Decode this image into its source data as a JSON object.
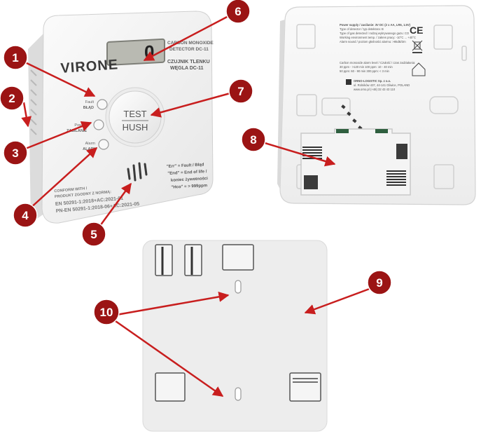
{
  "front": {
    "brand": "VIRONE",
    "display_value": "0",
    "model_en_line1": "CARBON MONOXIDE",
    "model_en_line2": "DETECTOR DC-11",
    "model_pl_line1": "CZUJNIK TLENKU",
    "model_pl_line2": "WĘGLA DC-11",
    "led_fault_line1": "Fault",
    "led_fault_line2": "BŁĄD",
    "led_power_line1": "Power",
    "led_power_line2": "ZASILANIE",
    "led_alarm_line1": "Alarm",
    "led_alarm_line2": "ALARM",
    "button_line1": "TEST",
    "button_line2": "HUSH",
    "legend_line1": "\"Err\" = Fault / Błąd",
    "legend_line2": "\"End\" = End of life /",
    "legend_line3": "koniec żywotności",
    "legend_line4": "\"Hco\" = > 999ppm",
    "conform_line1": "CONFORM WITH /",
    "conform_line2": "PRODUKT ZGODNY Z NORMĄ:",
    "conform_line3": "EN 50291-1:2018+AC:2021-01",
    "conform_line4": "PN-EN 50291-1:2018-06+AC:2021-05"
  },
  "back": {
    "label_lines": [
      "Power supply / zasilanie: 3V DC (2 x AA, LR6, 1.5V)",
      "Type of detector / typ detektora: B",
      "Type of gas detected / rodzaj wykrywanego gazu: CO",
      "Working environment temp. / zakres pracy: -10°C ... +40°C",
      "Alarm sound / poziom głośności alarmu: >85dB/3m"
    ],
    "ce_mark": "CE",
    "table_line1": "Carbon monoxide alarm level / Czułość / czas zadziałania:",
    "table_line2": "30 ppm - >120 min      100 ppm: 10 - 40 min",
    "table_line3": "50 ppm: 60 - 90 min     300 ppm: < 3 min",
    "company_line1": "ORNO-LOGISTIC Sp. z o.o.",
    "company_line2": "ul. Rolników 437, 44-141 Gliwice, POLAND",
    "company_line3": "www.orno.pl          (+48) 32 43 43 110"
  },
  "callouts": [
    "1",
    "2",
    "3",
    "4",
    "5",
    "6",
    "7",
    "8",
    "9",
    "10"
  ],
  "colors": {
    "callout_fill": "#9b1414",
    "arrow": "#c81e1e",
    "device_body": "#f3f3f3",
    "lcd": "#b9bab2"
  }
}
